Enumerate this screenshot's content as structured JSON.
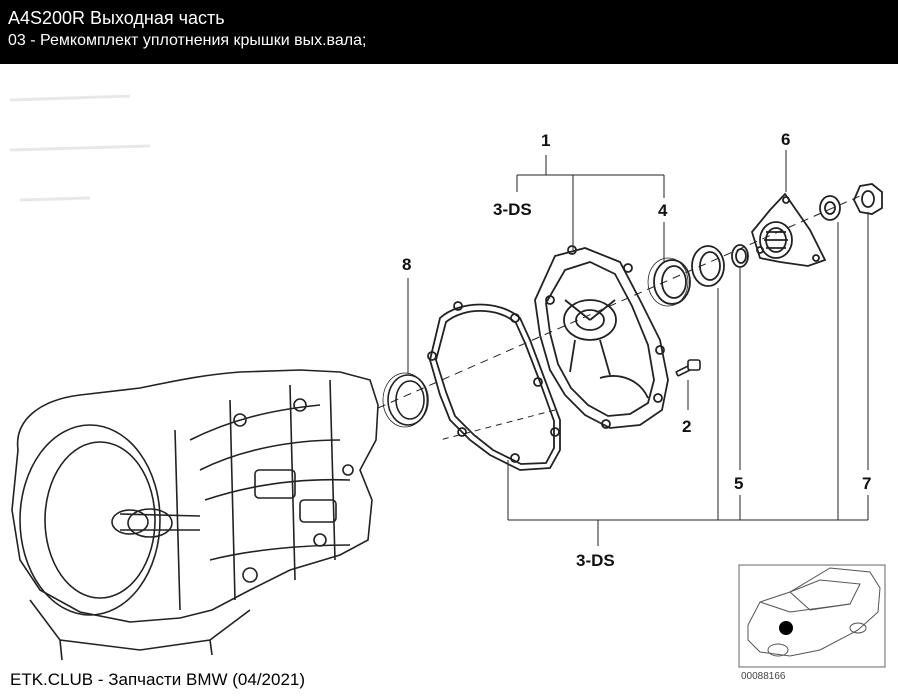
{
  "header": {
    "title": "A4S200R Выходная часть",
    "subtitle": "03 - Ремкомплект уплотнения крышки вых.вала;"
  },
  "callouts": {
    "n1": "1",
    "n2": "2",
    "n4": "4",
    "n5": "5",
    "n6": "6",
    "n7": "7",
    "n8": "8",
    "ds_top": "3-DS",
    "ds_bottom": "3-DS"
  },
  "thumbnail": {
    "code": "00088166"
  },
  "footer": {
    "text": "ETK.CLUB - Запчасти BMW (04/2021)"
  }
}
